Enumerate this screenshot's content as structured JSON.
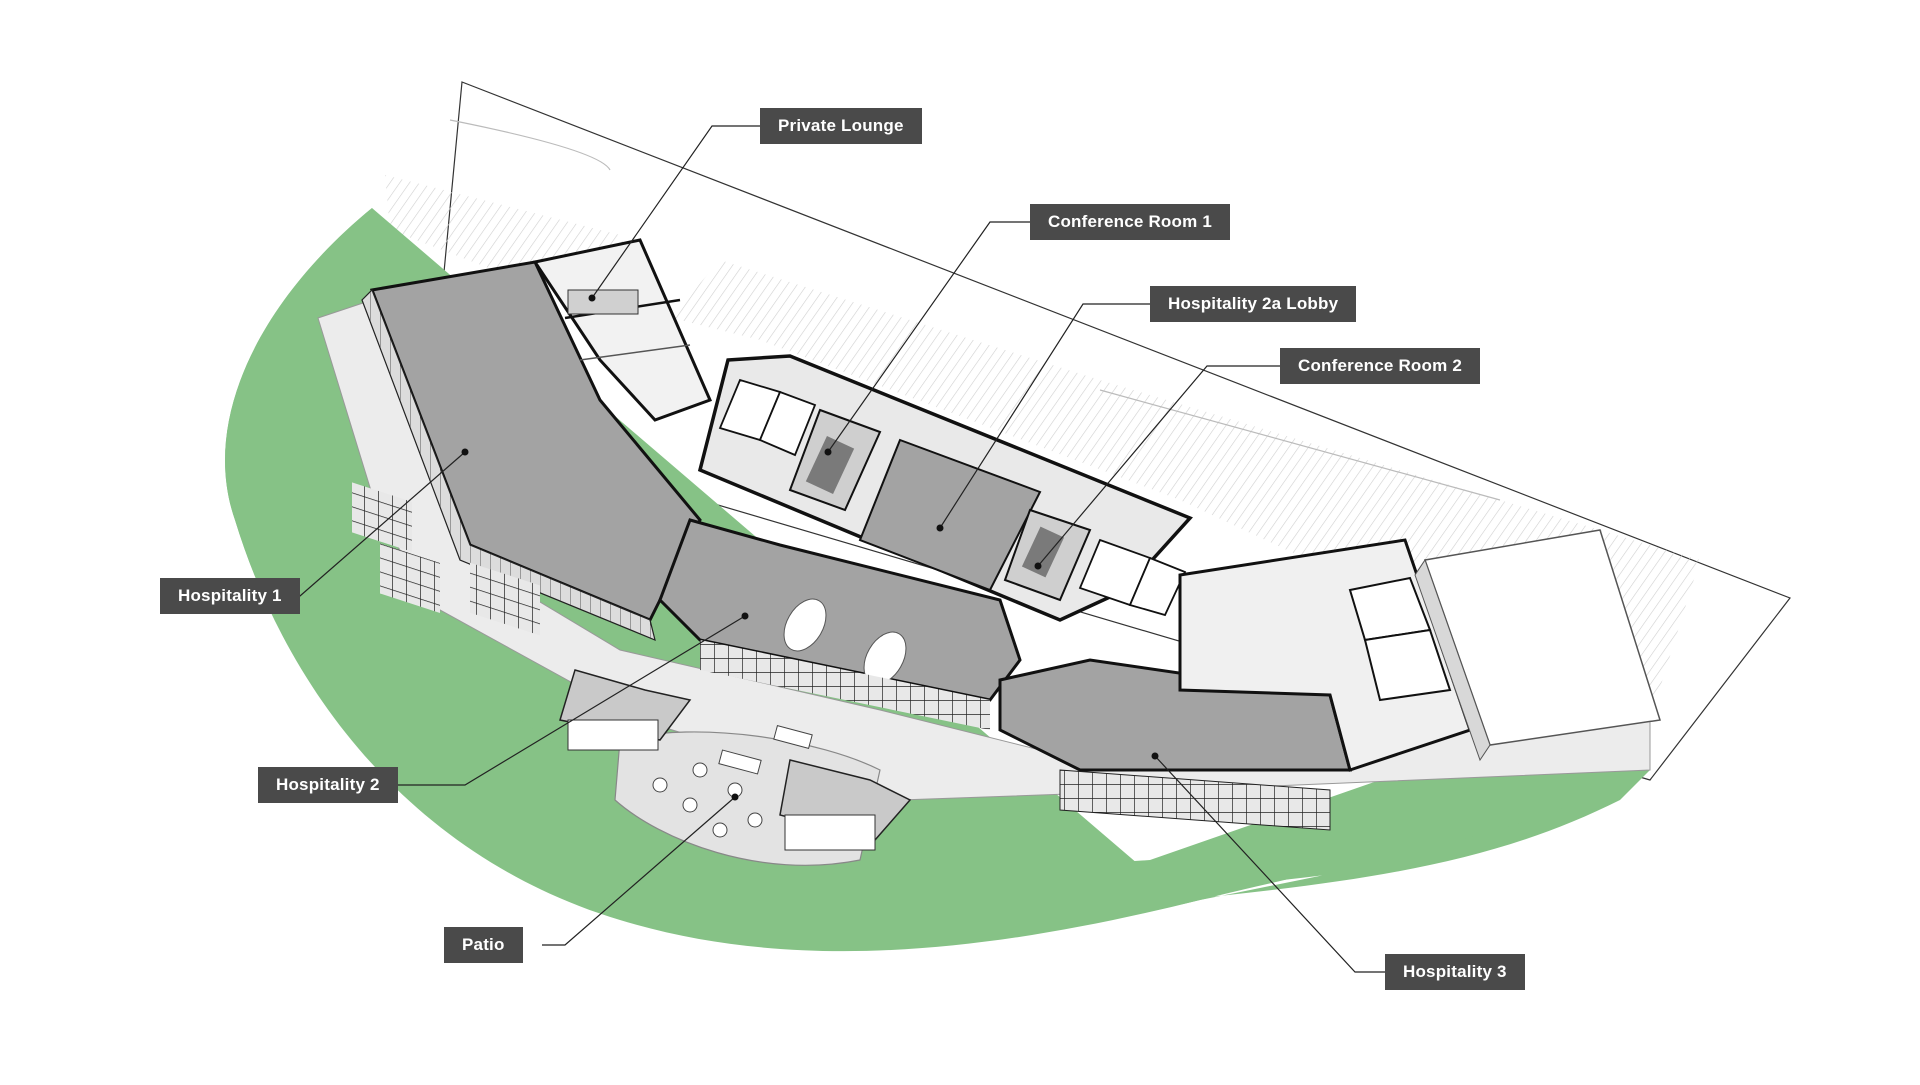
{
  "labels": {
    "private_lounge": "Private Lounge",
    "conference_room_1": "Conference Room 1",
    "hospitality_2a_lobby": "Hospitality 2a Lobby",
    "conference_room_2": "Conference Room 2",
    "hospitality_1": "Hospitality 1",
    "hospitality_2": "Hospitality 2",
    "patio": "Patio",
    "hospitality_3": "Hospitality 3"
  },
  "colors": {
    "lawn": "#86c286",
    "floor": "#a3a3a3",
    "label_bg": "#4a4a4a",
    "label_text": "#ffffff",
    "walkway": "#ececec"
  }
}
